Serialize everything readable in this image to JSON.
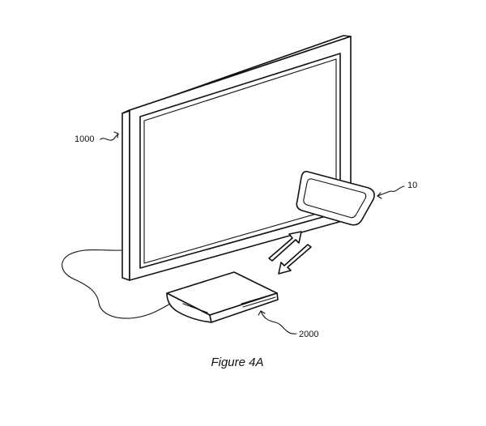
{
  "labels": {
    "display": "1000",
    "controller": "10",
    "console": "2000"
  },
  "caption": "Figure 4A",
  "colors": {
    "ink": "#111111",
    "paper": "#ffffff"
  }
}
